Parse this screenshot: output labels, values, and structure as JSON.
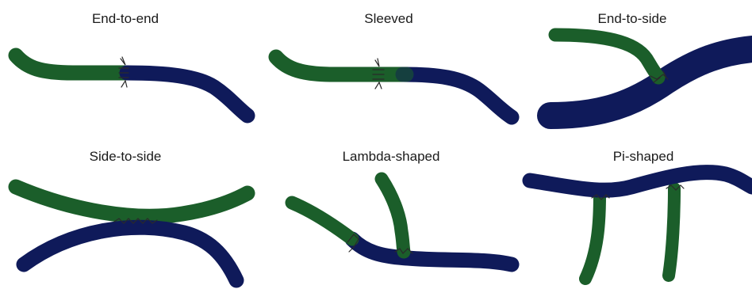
{
  "colors": {
    "graft": "#1b5e2a",
    "vessel": "#0f1a5a",
    "suture": "#2a2a2a",
    "title": "#1a1a1a",
    "background": "#ffffff"
  },
  "panels": [
    {
      "id": "end-to-end",
      "title": "End-to-end"
    },
    {
      "id": "sleeved",
      "title": "Sleeved"
    },
    {
      "id": "end-to-side",
      "title": "End-to-side"
    },
    {
      "id": "side-to-side",
      "title": "Side-to-side"
    },
    {
      "id": "lambda-shaped",
      "title": "Lambda-shaped"
    },
    {
      "id": "pi-shaped",
      "title": "Pi-shaped"
    }
  ]
}
